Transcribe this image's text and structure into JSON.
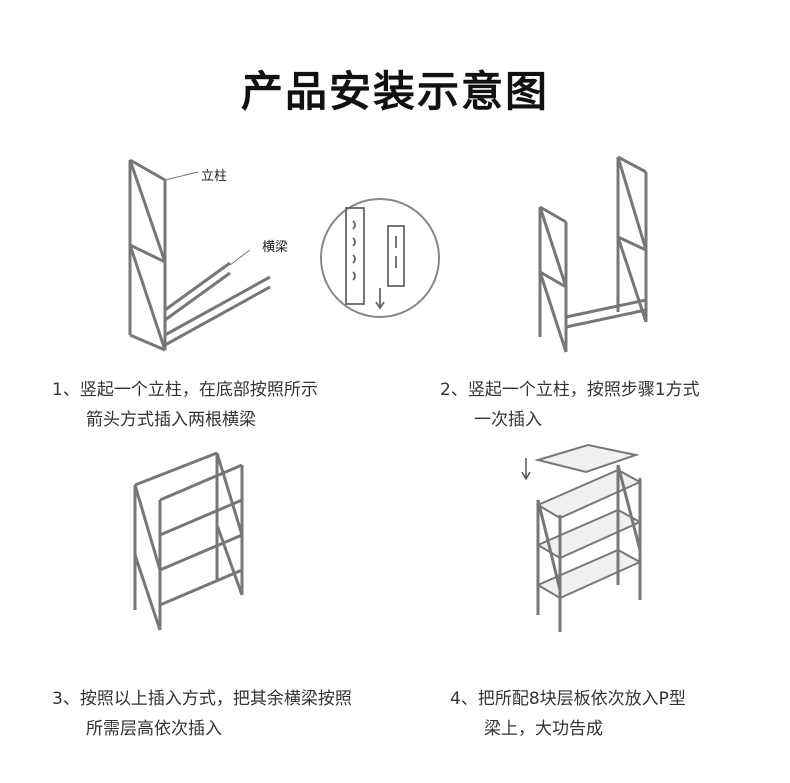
{
  "title": "产品安装示意图",
  "labels": {
    "column": "立柱",
    "beam": "横梁"
  },
  "steps": [
    {
      "num": "1、",
      "line1": "竖起一个立柱，在底部按照所示",
      "line2": "箭头方式插入两根横梁"
    },
    {
      "num": "2、",
      "line1": "竖起一个立柱，按照步骤1方式",
      "line2": "一次插入"
    },
    {
      "num": "3、",
      "line1": "按照以上插入方式，把其余横梁按照",
      "line2": "所需层高依次插入"
    },
    {
      "num": "4、",
      "line1": "把所配8块层板依次放入P型",
      "line2": "梁上，大功告成"
    }
  ],
  "colors": {
    "line": "#777777",
    "text": "#333333",
    "title": "#111111"
  }
}
